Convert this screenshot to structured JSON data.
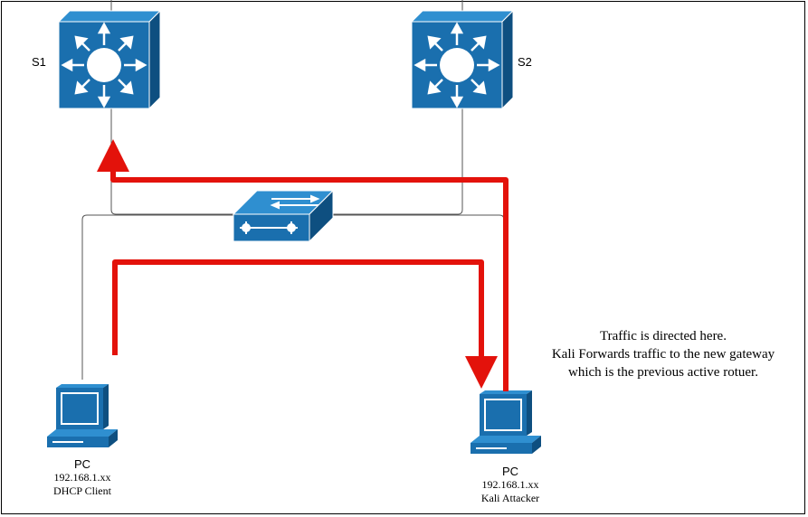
{
  "switches": {
    "s1": {
      "label": "S1"
    },
    "s2": {
      "label": "S2"
    }
  },
  "pcs": {
    "dhcp_client": {
      "type": "PC",
      "ip": "192.168.1.xx",
      "role": "DHCP Client"
    },
    "kali": {
      "type": "PC",
      "ip": "192.168.1.xx",
      "role": "Kali Attacker"
    }
  },
  "note": {
    "lines": [
      "Traffic is directed here.",
      "Kali Forwards traffic to the new gateway",
      "which is the previous active rotuer."
    ]
  },
  "colors": {
    "device_blue": "#1a6fae",
    "device_dark": "#0e4f80",
    "device_light": "#2f8fd0",
    "traffic_red": "#e3120b",
    "link_gray": "#555555"
  },
  "icons": {
    "multilayer_switch": "multilayer-switch-icon",
    "workgroup_switch": "workgroup-switch-icon",
    "pc": "pc-icon"
  }
}
